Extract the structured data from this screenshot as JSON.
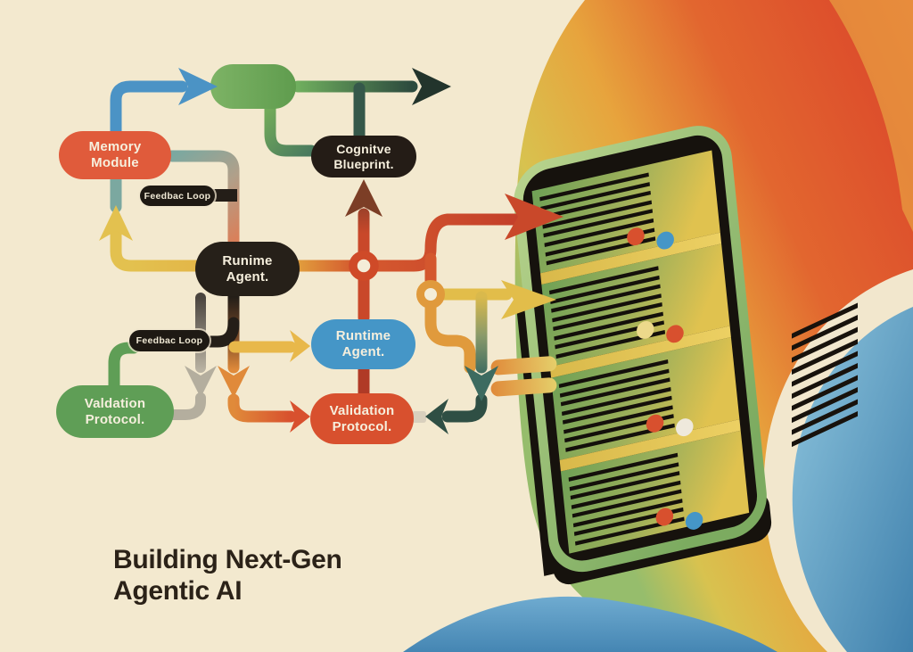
{
  "artwork": {
    "title": "Building Next-Gen\nAgentic AI"
  },
  "diagram": {
    "nodes": {
      "memory_module": "Memory\nModule",
      "cognitive_blueprint": "Cognitve\nBlueprint.",
      "runtime_agent_dark": "Runime\nAgent.",
      "runtime_agent_blue": "Runtime\nAgent.",
      "validation_protocol_green": "Valdation\nProtocol.",
      "validation_protocol_red": "Validation\nProtocol.",
      "feedback_loop_top": "Feedbac Loop",
      "feedback_loop_bottom": "Feedbac Loop"
    },
    "colors": {
      "background": "#f3e9cf",
      "red_node": "#d8502e",
      "orange_node": "#e05b3b",
      "green_node": "#5f9e56",
      "blue_node": "#4596c7",
      "dark_node": "#241c16",
      "line_yellow": "#e3c14f",
      "line_blue": "#4b93c5",
      "line_teal": "#2f4f44",
      "line_orange": "#e08a3a"
    }
  },
  "server": {
    "bays": [
      {
        "indicator_lights": [
          "#d8502e",
          "#4596c7"
        ]
      },
      {
        "indicator_lights": [
          "#ecd98b",
          "#d8502e"
        ]
      },
      {
        "indicator_lights": [
          "#d8502e",
          "#efe9dc"
        ]
      },
      {
        "indicator_lights": [
          "#d8502e",
          "#4596c7"
        ]
      }
    ]
  }
}
